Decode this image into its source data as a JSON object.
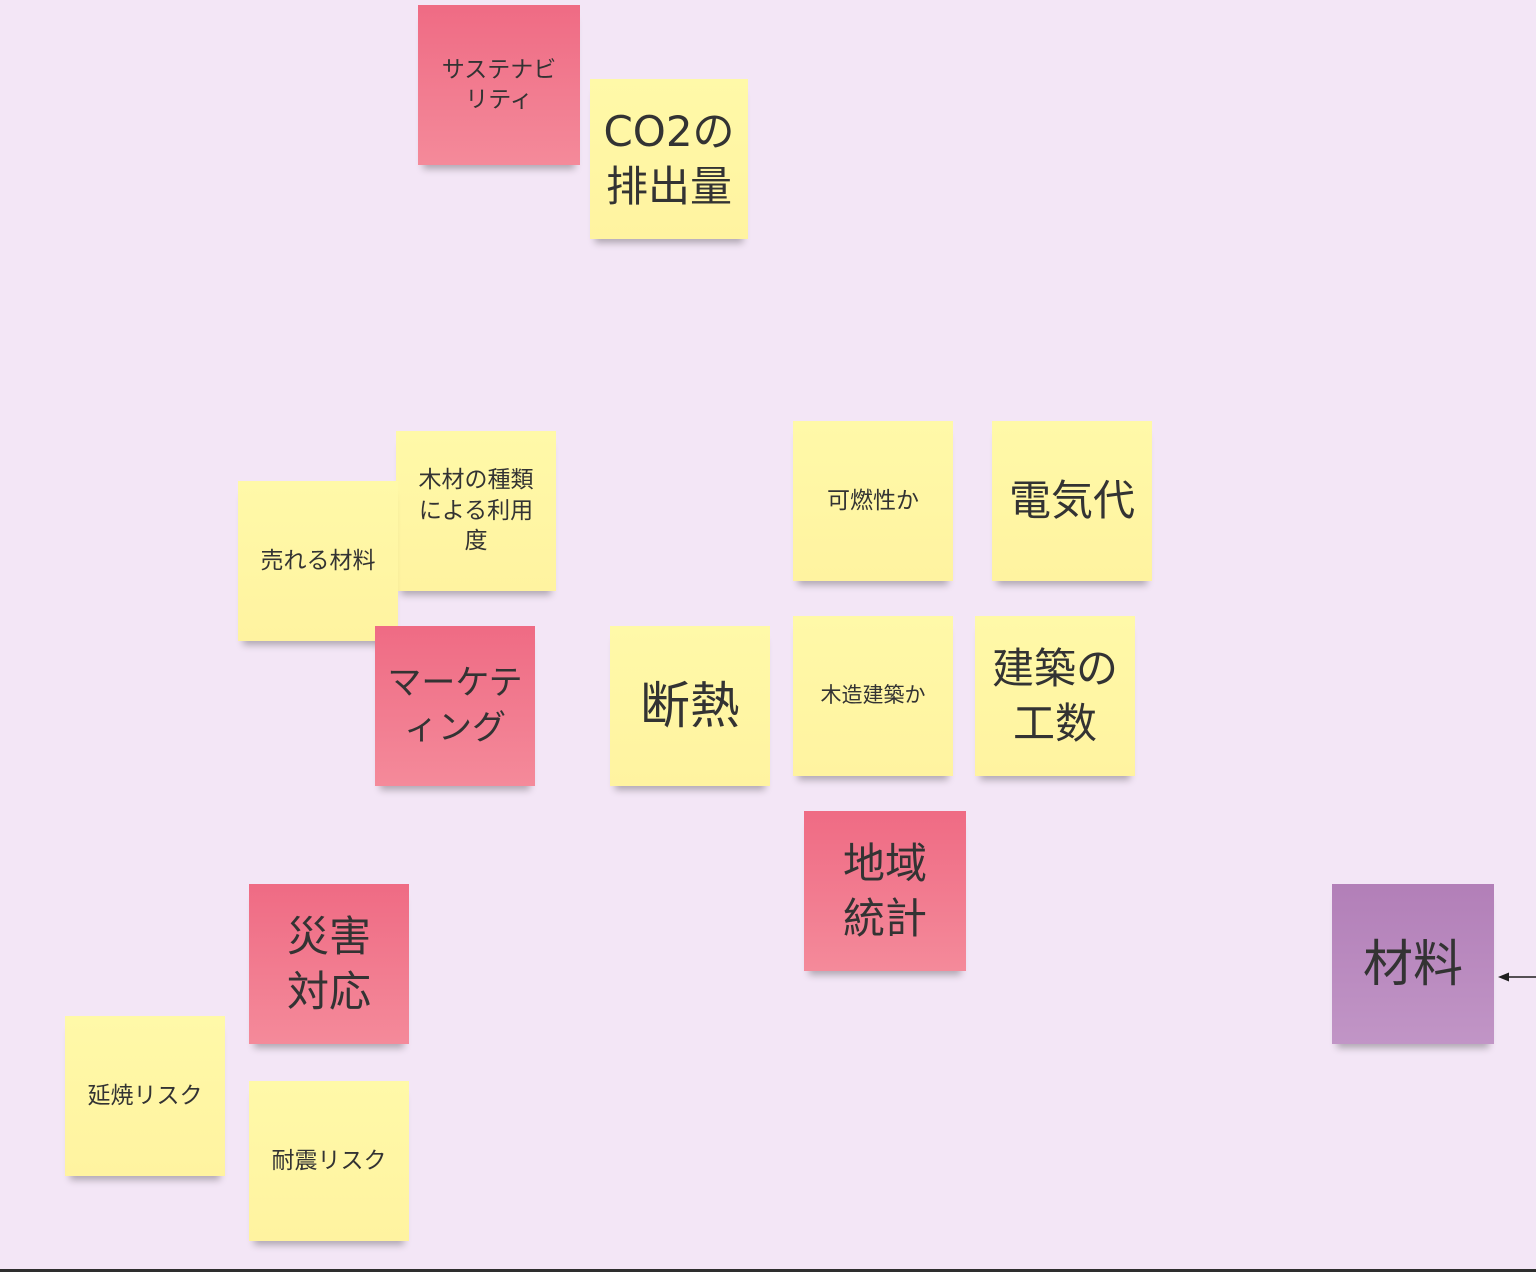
{
  "board": {
    "background_color": "#f3e6f6",
    "notes": [
      {
        "id": "sustainability",
        "text": "サステナビリティ",
        "color": "#ef6b84"
      },
      {
        "id": "co2",
        "text": "CO2の排出量",
        "color": "#fff6a5"
      },
      {
        "id": "wood-types",
        "text": "木材の種類による利用度",
        "color": "#fff6a5"
      },
      {
        "id": "sellable-materials",
        "text": "売れる材料",
        "color": "#fff6a5"
      },
      {
        "id": "marketing",
        "text": "マーケティング",
        "color": "#ef6b84"
      },
      {
        "id": "insulation",
        "text": "断熱",
        "color": "#fff6a5"
      },
      {
        "id": "flammability",
        "text": "可燃性か",
        "color": "#fff6a5"
      },
      {
        "id": "electricity-cost",
        "text": "電気代",
        "color": "#fff6a5"
      },
      {
        "id": "wooden-construction",
        "text": "木造建築か",
        "color": "#fff6a5"
      },
      {
        "id": "construction-hours",
        "text": "建築の工数",
        "color": "#fff6a5"
      },
      {
        "id": "regional-stats",
        "text": "地域統計",
        "color": "#ef6b84"
      },
      {
        "id": "disaster-response",
        "text": "災害対応",
        "color": "#ef6b84"
      },
      {
        "id": "fire-spread-risk",
        "text": "延焼リスク",
        "color": "#fff6a5"
      },
      {
        "id": "earthquake-risk",
        "text": "耐震リスク",
        "color": "#fff6a5"
      },
      {
        "id": "materials",
        "text": "材料",
        "color": "#b88bbd"
      }
    ]
  },
  "connector": {
    "icon": "arrow-left-icon",
    "color": "#1f1f1f"
  }
}
